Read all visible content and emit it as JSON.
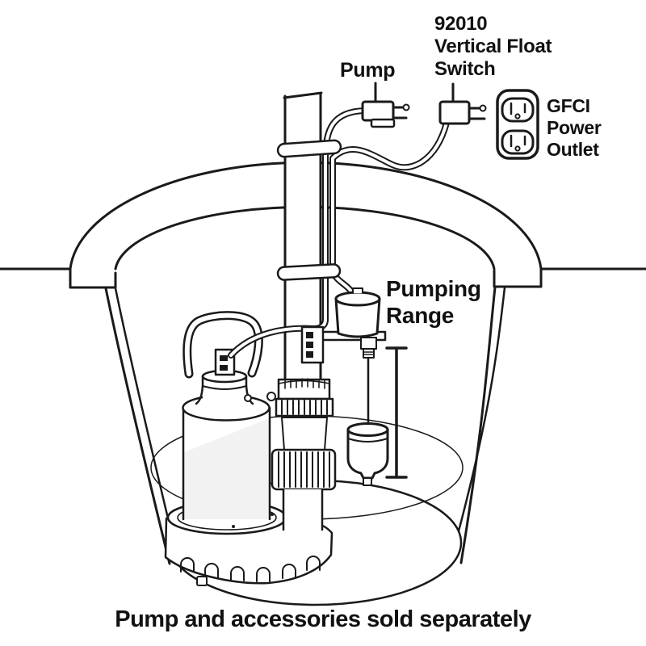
{
  "colors": {
    "line": "#1a1a1a",
    "water_fill": "#e9e9e9",
    "water_edge": "#c6c6c6",
    "thread_dark": "#161616"
  },
  "labels": {
    "pump": "Pump",
    "switch_line1": "92010",
    "switch_line2": "Vertical Float",
    "switch_line3": "Switch",
    "outlet_line1": "GFCI",
    "outlet_line2": "Power",
    "outlet_line3": "Outlet",
    "range_line1": "Pumping",
    "range_line2": "Range",
    "caption": "Pump and accessories sold separately"
  },
  "illustration": {
    "scene": "Submersible sump pump with vertical float switch installed in a sump pit below floor level; pump cord and float switch cord plug into a GFCI power outlet",
    "parts": [
      "sump-pit",
      "water-level",
      "sump-pump",
      "pump-handle",
      "discharge-pipe",
      "check-valve",
      "cable-straps",
      "vertical-float-switch",
      "float",
      "pumping-range-indicator",
      "pump-plug",
      "float-switch-plug",
      "gfci-outlet"
    ]
  }
}
